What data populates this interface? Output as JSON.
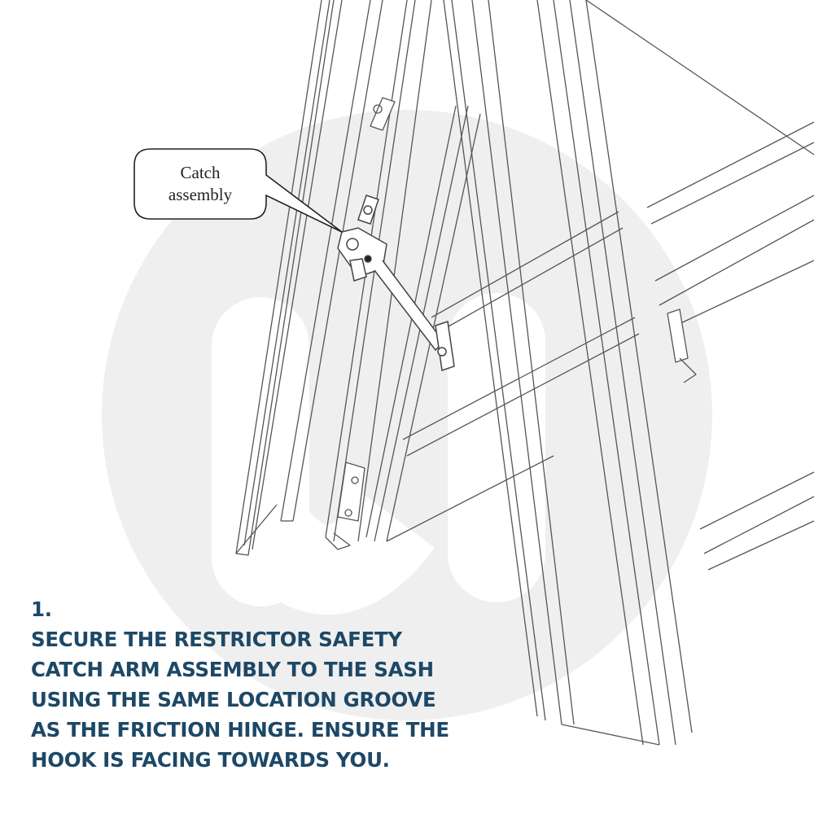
{
  "diagram": {
    "callout": {
      "line1": "Catch",
      "line2": "assembly"
    },
    "watermark": "circle-logo-watermark"
  },
  "instruction": {
    "number": "1.",
    "lines": [
      "SECURE THE RESTRICTOR SAFETY",
      "CATCH ARM ASSEMBLY TO THE SASH",
      "USING THE SAME LOCATION GROOVE",
      "AS THE FRICTION HINGE. ENSURE THE",
      "HOOK IS FACING TOWARDS YOU."
    ],
    "text_color": "#1d4866"
  }
}
